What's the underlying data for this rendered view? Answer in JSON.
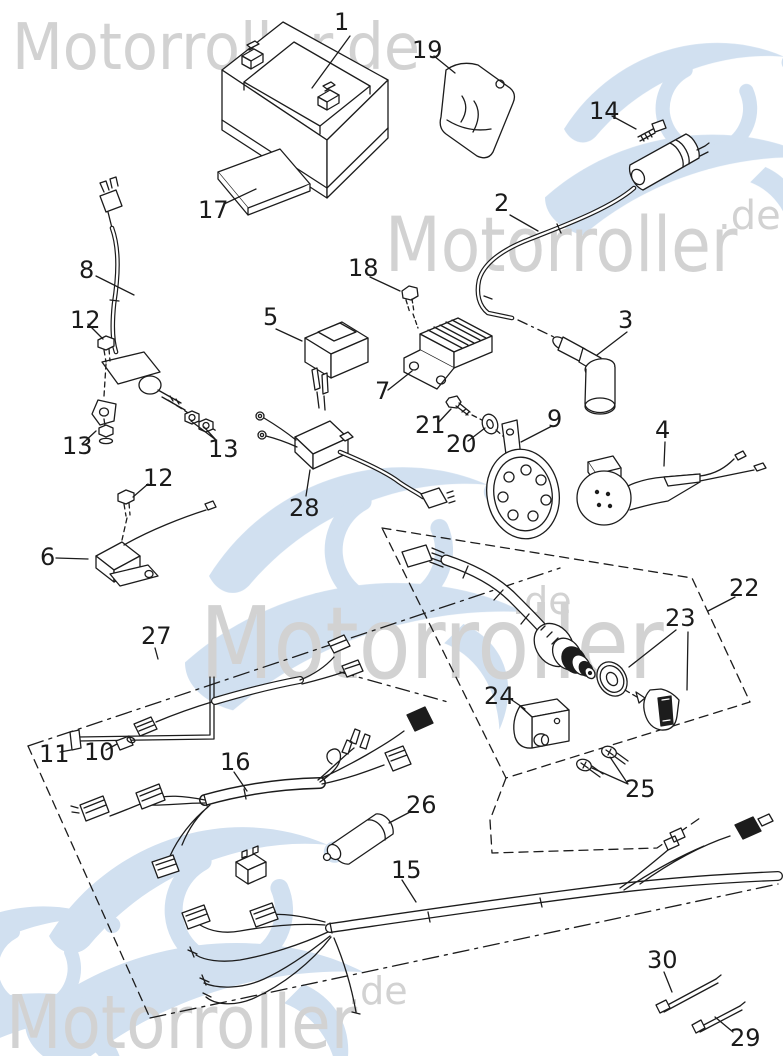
{
  "watermarks": {
    "combined": "Motorroller.de",
    "brand": "Motorroller",
    "domain": ".de"
  },
  "colors": {
    "line": "#1c1c1c",
    "watermark_gray": "#d2d2d2",
    "logo_blue": "#c9dbee"
  },
  "part_labels": {
    "p1": "1",
    "p2": "2",
    "p3": "3",
    "p4": "4",
    "p5": "5",
    "p6": "6",
    "p7": "7",
    "p8": "8",
    "p9": "9",
    "p10": "10",
    "p11": "11",
    "p12a": "12",
    "p12b": "12",
    "p13a": "13",
    "p13b": "13",
    "p14": "14",
    "p15": "15",
    "p16": "16",
    "p17": "17",
    "p18": "18",
    "p19": "19",
    "p20": "20",
    "p21": "21",
    "p22": "22",
    "p23": "23",
    "p24": "24",
    "p25": "25",
    "p26": "26",
    "p27": "27",
    "p28": "28",
    "p29": "29",
    "p30": "30"
  }
}
